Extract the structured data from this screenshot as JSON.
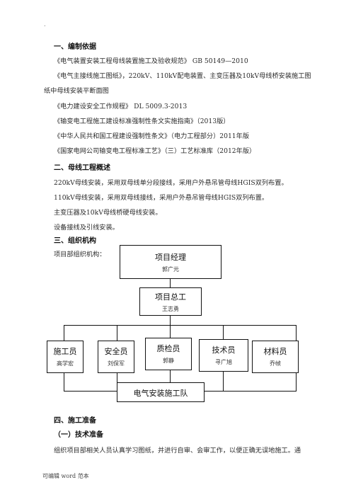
{
  "header": {
    "dot": "."
  },
  "sections": {
    "s1": {
      "title": "一、编制依据",
      "lines": [
        "《电气装置安装工程母线装置施工及验收规范》  GB 50149—2010",
        "《电气主接线施工图纸》，220kV、110kV配电装置、主变压器及10kV母线桥安装施工图",
        "纸中母线安装平断面图",
        "《电力建设安全工作规程》  DL 5009.3-2013",
        "《输变电工程施工建设标准强制性条文实施指南》（2013版）",
        "《中华人民共和国工程建设强制性条文》（电力工程部分）2011年版",
        "《国家电网公司输变电工程标准工艺》（三）工艺标准库（2012年版）"
      ]
    },
    "s2": {
      "title": "二、母线工程概述",
      "lines": [
        "220kV母线安装，采用双母线单分段接线，采用户外悬吊管母线HGIS双列布置。",
        "110kV母线安装，采用双母线接线，采用户外悬吊管母线HGIS双列布置。",
        "主变压器及10kV母线桥硬母线安装。",
        "设备接线及引线安装。"
      ]
    },
    "s3": {
      "title": "三、组织机构",
      "intro": "项目部组织机构："
    },
    "s4": {
      "title": "四、施工准备",
      "sub": "（一）技术准备",
      "line": "组织项目部相关人员认真学习图纸，并进行自审、会审工作，以便正确无误地施工。通"
    }
  },
  "org": {
    "manager": {
      "title": "项目经理",
      "name": "郭广元"
    },
    "chief": {
      "title": "项目总工",
      "name": "王志勇"
    },
    "staff": [
      {
        "title": "施工员",
        "name": "高学宏"
      },
      {
        "title": "安全员",
        "name": "刘保军"
      },
      {
        "title": "质检员",
        "name": "郭静"
      },
      {
        "title": "技术员",
        "name": "寻广旭"
      },
      {
        "title": "材料员",
        "name": "乔帧"
      }
    ],
    "team": {
      "title": "电气安装施工队"
    }
  },
  "footer": {
    "text": "可编辑 word 范本"
  }
}
